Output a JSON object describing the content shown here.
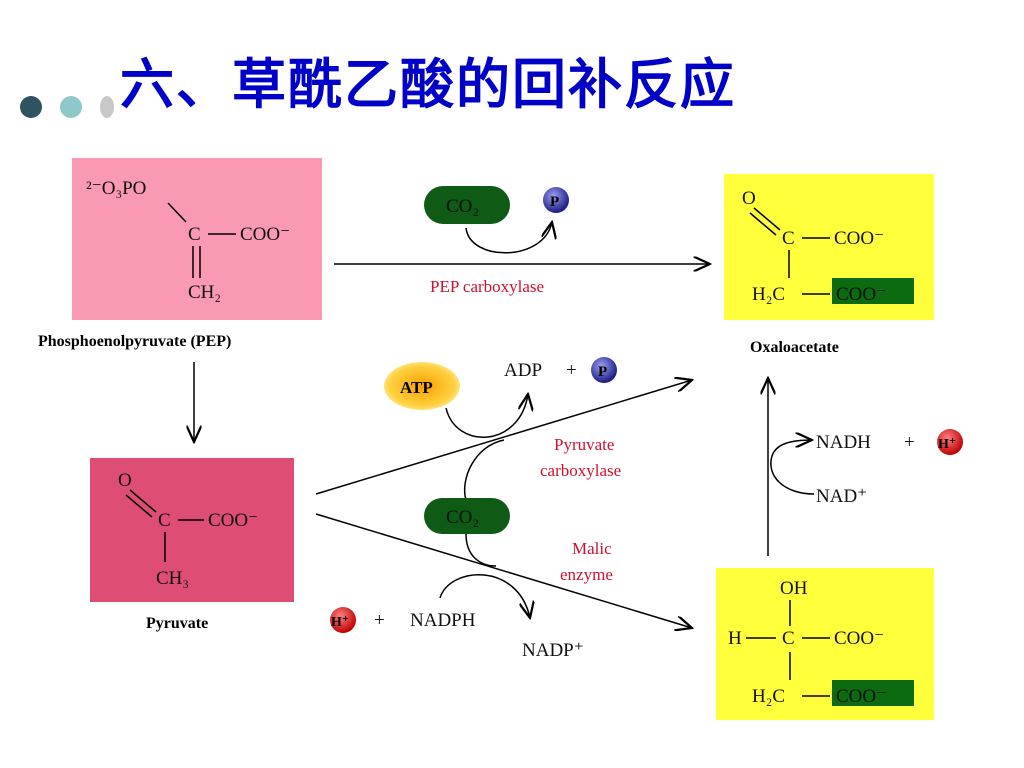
{
  "title": "六、草酰乙酸的回补反应",
  "compounds": {
    "pep": {
      "label": "Phosphoenolpyruvate (PEP)",
      "top_group": "²⁻O₃PO",
      "carbon": "C",
      "carboxyl": "COO⁻",
      "bottom_group": "CH₂"
    },
    "pyruvate": {
      "label": "Pyruvate",
      "top_group": "O",
      "carbon": "C",
      "carboxyl": "COO⁻",
      "bottom_group": "CH₃"
    },
    "oxaloacetate": {
      "label": "Oxaloacetate",
      "top_group": "O",
      "carbon": "C",
      "carboxyl": "COO⁻",
      "bottom_carbon": "H₂C",
      "new_carboxyl": "COO⁻"
    },
    "malate": {
      "top_group": "OH",
      "h": "H",
      "carbon": "C",
      "carboxyl": "COO⁻",
      "bottom_carbon": "H₂C",
      "new_carboxyl": "COO⁻"
    }
  },
  "enzymes": {
    "pep_carboxylase": "PEP carboxylase",
    "pyruvate_carboxylase": [
      "Pyruvate",
      "carboxylase"
    ],
    "malic_enzyme": [
      "Malic",
      "enzyme"
    ]
  },
  "cofactors": {
    "co2": "CO₂",
    "p": "P",
    "atp": "ATP",
    "adp": "ADP",
    "plus": "+",
    "h_plus": "H⁺",
    "nadph": "NADPH",
    "nadp_plus": "NADP⁺",
    "nadh": "NADH",
    "nad_plus": "NAD⁺"
  },
  "colors": {
    "title": "#0000c8",
    "pep_box": "#f99ab2",
    "pyruvate_box": "#dd4d74",
    "product_box": "#ffff3c",
    "co2_pill": "#0f5a14",
    "new_carboxyl_bg": "#0c6a10",
    "phosphate": "#2c2ca0",
    "atp": "#f0a800",
    "h_plus": "#e00000",
    "enzyme_text": "#d0102c"
  }
}
